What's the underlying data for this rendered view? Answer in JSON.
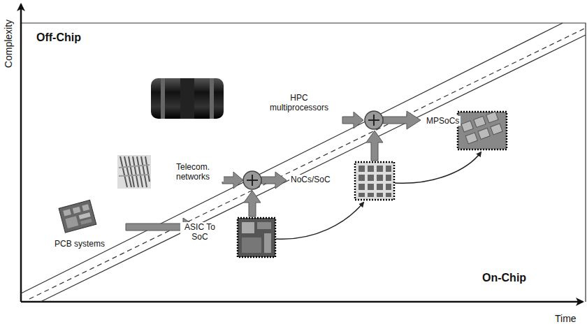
{
  "diagram": {
    "labels": [
      "Off-Chip",
      "On-Chip",
      "Complexity",
      "Time",
      "PCB systems",
      "Telecom. networks",
      "HPC multiprocessors",
      "ASIC To SoC",
      "NoCs/SoC",
      "MPSoCs"
    ]
  }
}
